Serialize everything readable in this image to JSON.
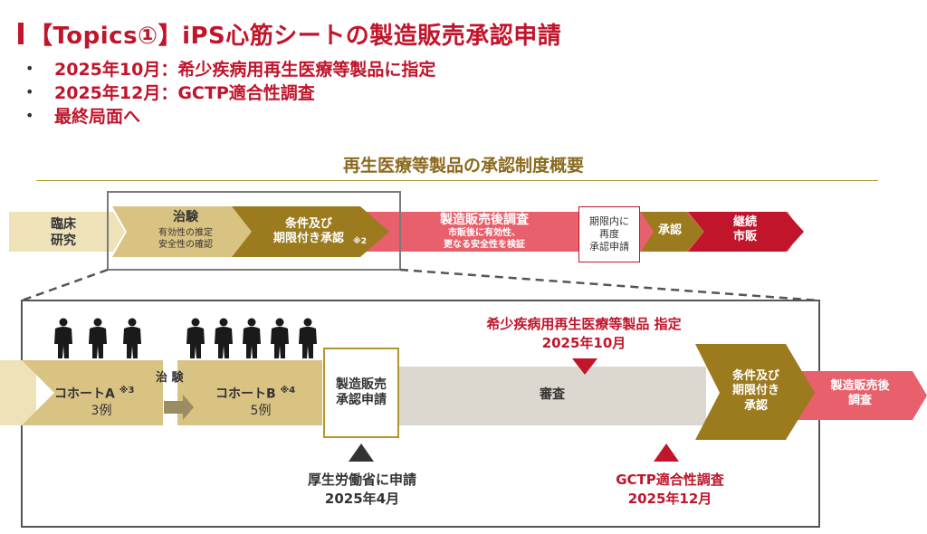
{
  "header": {
    "title": "【Topics①】iPS心筋シートの製造販売承認申請",
    "bullets": [
      "2025年10月：希少疾病用再生医療等製品に指定",
      "2025年12月：GCTP適合性調査",
      "最終局面へ"
    ]
  },
  "overview": {
    "title": "再生医療等製品の承認制度概要",
    "steps": {
      "clinical_research": "臨床\n研究",
      "trial": "治験",
      "trial_sub": "有効性の推定\n安全性の確認",
      "conditional": "条件及び\n期限付き承認",
      "conditional_note": "※2",
      "post_market": "製造販売後調査",
      "post_market_sub": "市販後に有効性、\n更なる安全性を検証",
      "reapply": "期限内に\n再度\n承認申請",
      "approval": "承認",
      "continue": "継続\n市販"
    }
  },
  "detail": {
    "cohort_a": "コホートA",
    "cohort_a_note": "※3",
    "cohort_a_count": "3例",
    "trial_label": "治 験",
    "cohort_b": "コホートB",
    "cohort_b_note": "※4",
    "cohort_b_count": "5例",
    "application": "製造販売\n承認申請",
    "review": "審査",
    "conditional": "条件及び\n期限付き\n承認",
    "post_market": "製造販売後\n調査",
    "rare_disease": "希少疾病用再生医療等製品 指定",
    "rare_disease_date": "2025年10月",
    "mhlw": "厚生労働省に申請",
    "mhlw_date": "2025年4月",
    "gctp": "GCTP適合性調査",
    "gctp_date": "2025年12月"
  },
  "colors": {
    "brand_red": "#c0152b",
    "gold": "#9c7b1f",
    "tan": "#d9c383",
    "pale": "#efe2b8",
    "pink": "#e8606c",
    "grey_band": "#ddd8cf"
  }
}
